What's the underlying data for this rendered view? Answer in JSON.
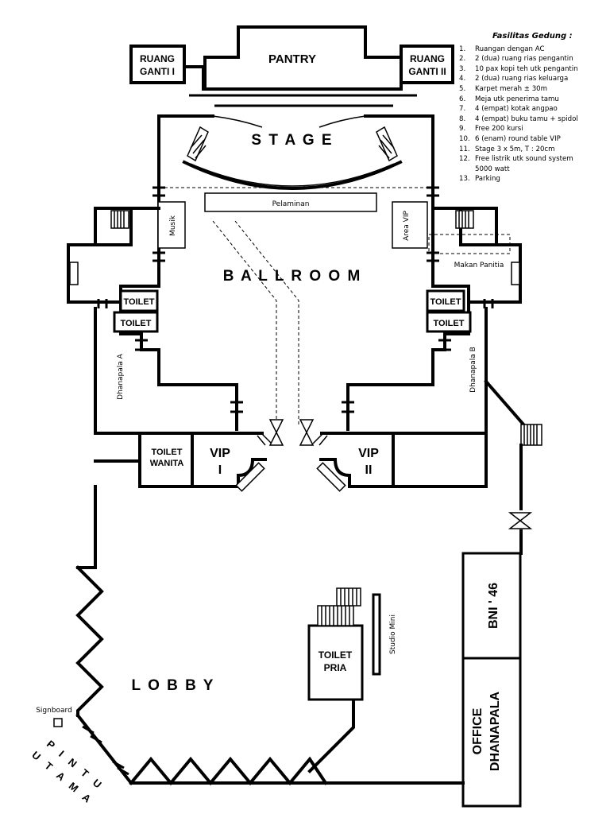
{
  "facilities": {
    "title": "Fasilitas Gedung :",
    "items": [
      "Ruangan dengan AC",
      "2 (dua) ruang rias pengantin",
      "10 pax kopi teh utk pengantin",
      "2 (dua) ruang rias keluarga",
      "Karpet merah ± 30m",
      "Meja utk penerima tamu",
      "4 (empat) kotak angpao",
      "4 (empat) buku tamu + spidol",
      "Free 200 kursi",
      "6 (enam) round table VIP",
      "Stage 3 x 5m, T : 20cm",
      "Free listrik utk sound system",
      "Parking"
    ],
    "item12_extra": "5000 watt"
  },
  "labels": {
    "pantry": "PANTRY",
    "ruang_ganti_1_line1": "RUANG",
    "ruang_ganti_1_line2": "GANTI I",
    "ruang_ganti_2_line1": "RUANG",
    "ruang_ganti_2_line2": "GANTI II",
    "stage": "S T A G E",
    "pelaminan": "Pelaminan",
    "musik": "Musik",
    "area_vip": "Area VIP",
    "makan_panitia": "Makan Panitia",
    "ballroom": "B A L L R O O M",
    "toilet": "TOILET",
    "dhanapala_a": "Dhanapala A",
    "dhanapala_b": "Dhanapala B",
    "toilet_wanita_line1": "TOILET",
    "toilet_wanita_line2": "WANITA",
    "vip1_line1": "VIP",
    "vip1_line2": "I",
    "vip2_line1": "VIP",
    "vip2_line2": "II",
    "bni": "BNI ' 46",
    "office_line1": "OFFICE",
    "office_line2": "DHANAPALA",
    "studio_mini": "Studio Mini",
    "toilet_pria_line1": "TOILET",
    "toilet_pria_line2": "PRIA",
    "lobby": "L O B B Y",
    "signboard": "Signboard",
    "pintu": "P I N T U",
    "utama": "U T A M A"
  }
}
